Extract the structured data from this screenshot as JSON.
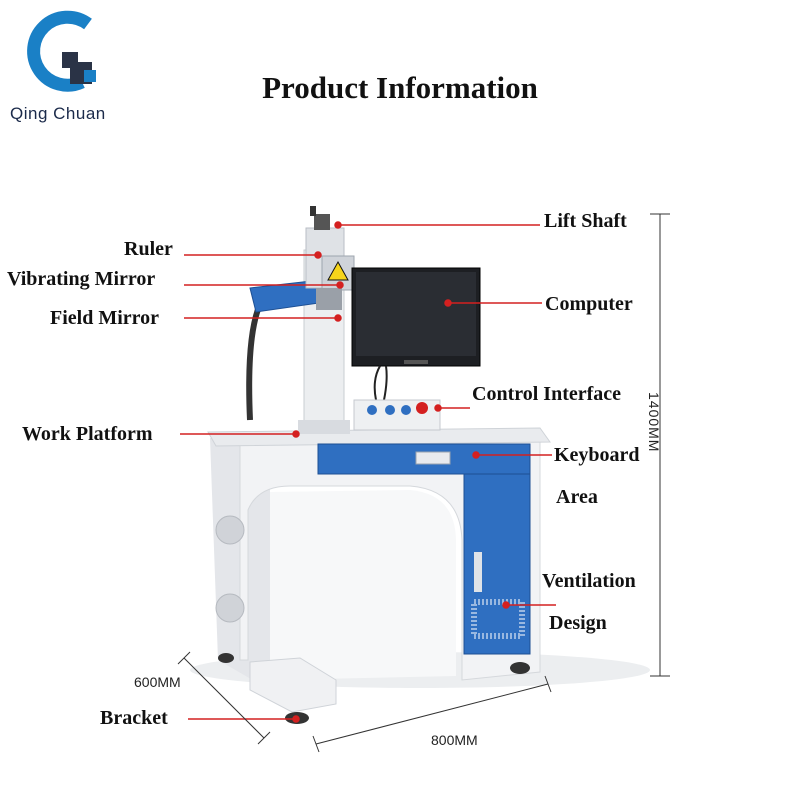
{
  "brand": {
    "name": "Qing Chuan"
  },
  "title": "Product Information",
  "labels": {
    "lift_shaft": "Lift Shaft",
    "ruler": "Ruler",
    "vibrating_mirror": "Vibrating Mirror",
    "field_mirror": "Field Mirror",
    "computer": "Computer",
    "control_interface": "Control Interface",
    "work_platform": "Work Platform",
    "keyboard": "Keyboard",
    "area": "Area",
    "ventilation": "Ventilation",
    "design": "Design",
    "bracket": "Bracket"
  },
  "dimensions": {
    "height": "1400MM",
    "depth": "600MM",
    "width": "800MM"
  },
  "colors": {
    "cabinet_blue": "#2f6fc1",
    "leader_red": "#d42020",
    "logo_blue": "#1a80c6",
    "logo_dark": "#2a3346",
    "body_white": "#f0f1f3"
  },
  "icons": [
    "qc-logo-icon",
    "laser-warning-icon"
  ]
}
